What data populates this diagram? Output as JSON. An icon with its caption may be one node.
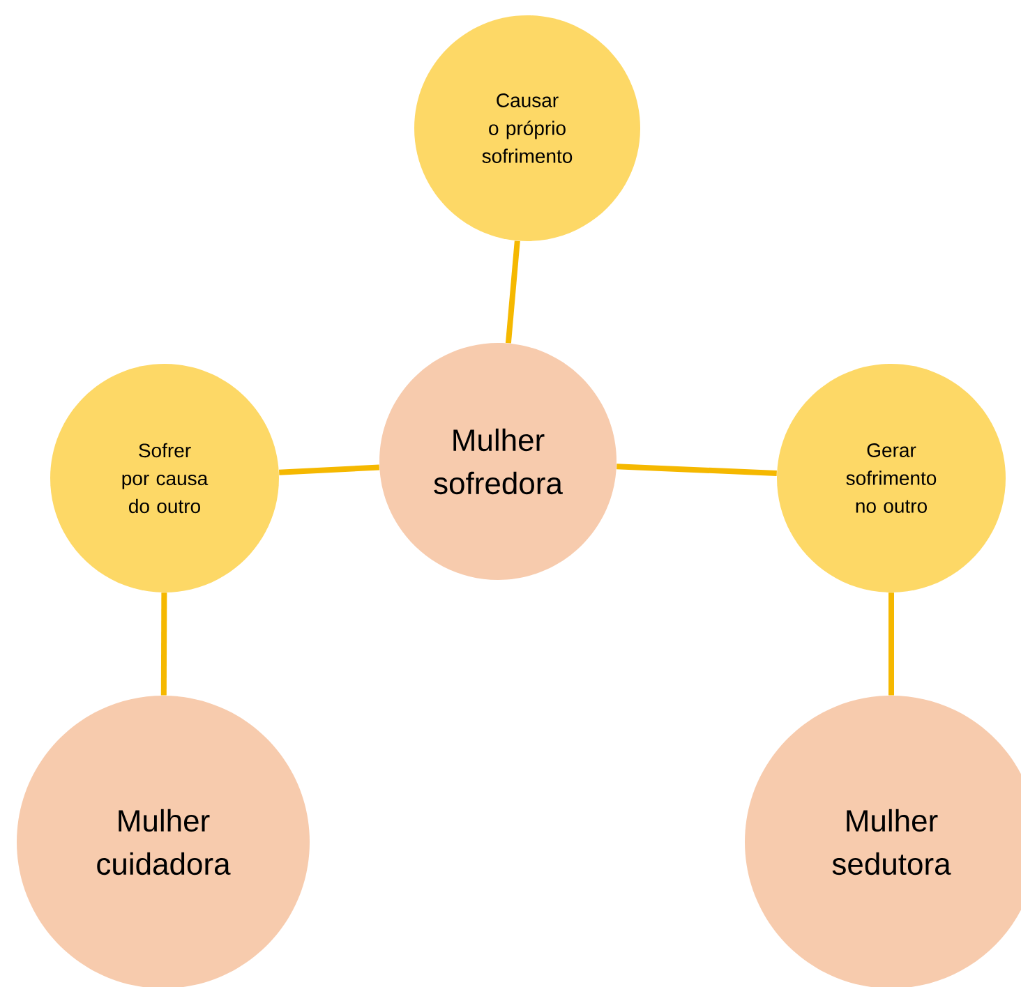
{
  "diagram": {
    "nodes": [
      {
        "text": [
          "Causar o próprio sofrimento"
        ]
      },
      {
        "text": [
          "Sofrer por causa do outro"
        ]
      },
      {
        "text": [
          "Mulher sofredora"
        ]
      },
      {
        "text": [
          "Gerar sofrimento no outro"
        ]
      },
      {
        "text": [
          "Mulher cuidadora"
        ]
      },
      {
        "text": [
          "Mulher sedutora"
        ]
      }
    ],
    "edges": [
      {
        "from": 0,
        "to": 2,
        "arrow": "none"
      },
      {
        "from": 1,
        "to": 2,
        "arrow": "none"
      },
      {
        "from": 2,
        "to": 3,
        "arrow": "none"
      },
      {
        "from": 1,
        "to": 4,
        "arrow": "none"
      },
      {
        "from": 3,
        "to": 5,
        "arrow": "none"
      }
    ]
  }
}
